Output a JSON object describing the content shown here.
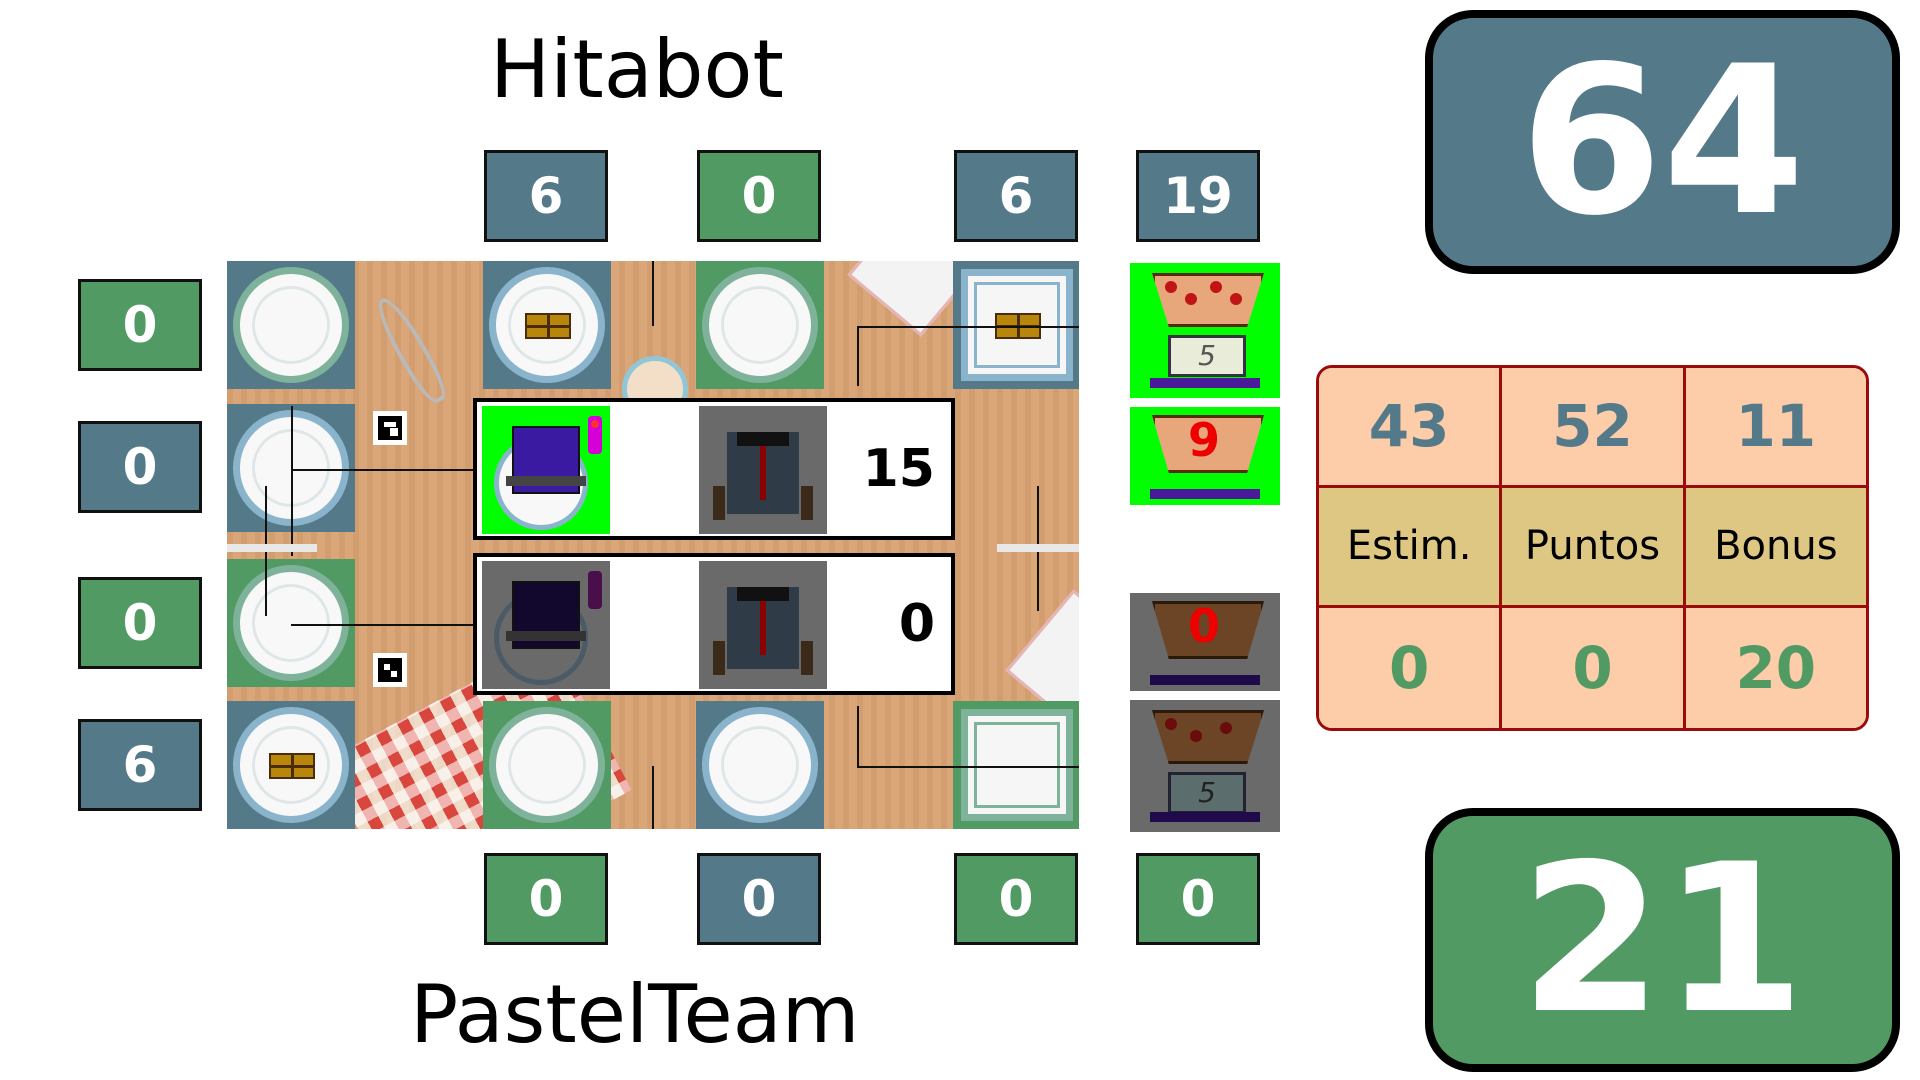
{
  "teams": {
    "top": "Hitabot",
    "bottom": "PastelTeam"
  },
  "total_scores": {
    "top": "64",
    "bottom": "21"
  },
  "top_column_scores": [
    "6",
    "0",
    "6",
    "19"
  ],
  "bottom_column_scores": [
    "0",
    "0",
    "0",
    "0"
  ],
  "left_row_scores": [
    "0",
    "0",
    "0",
    "6"
  ],
  "robots": [
    {
      "value": "15",
      "state": "active"
    },
    {
      "value": "0",
      "state": "inactive"
    }
  ],
  "scales": {
    "top_upper_label": "5",
    "top_lower_value": "9",
    "bottom_upper_value": "0",
    "bottom_lower_label": "5"
  },
  "table": {
    "top_values": [
      "43",
      "52",
      "11"
    ],
    "labels": [
      "Estim.",
      "Puntos",
      "Bonus"
    ],
    "bottom_values": [
      "0",
      "0",
      "20"
    ]
  },
  "colors": {
    "team_blue": "#547a89",
    "team_green": "#529a63",
    "table_border": "#9b0b0b",
    "table_fill": "#fdcca9",
    "table_label_fill": "#ddc783",
    "active_green": "#00ff00",
    "highlight_red": "#ee0000"
  },
  "icons": [
    "plate-icon",
    "cake-icon",
    "robot-icon",
    "scale-icon",
    "aruco-marker-icon"
  ]
}
